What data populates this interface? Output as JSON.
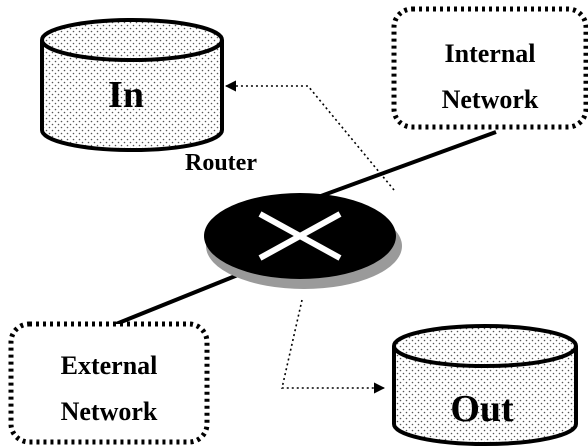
{
  "labels": {
    "in_store": "In",
    "out_store": "Out",
    "router": "Router",
    "internal_line1": "Internal",
    "internal_line2": "Network",
    "external_line1": "External",
    "external_line2": "Network"
  },
  "colors": {
    "ink": "#000000",
    "paper": "#ffffff",
    "router_fill": "#000000",
    "router_shadow": "#9a9a9a",
    "router_cross": "#ffffff",
    "dot_pattern": "#555555"
  },
  "icons": {
    "in_store": "database-cylinder-icon",
    "out_store": "database-cylinder-icon",
    "router": "router-icon"
  }
}
